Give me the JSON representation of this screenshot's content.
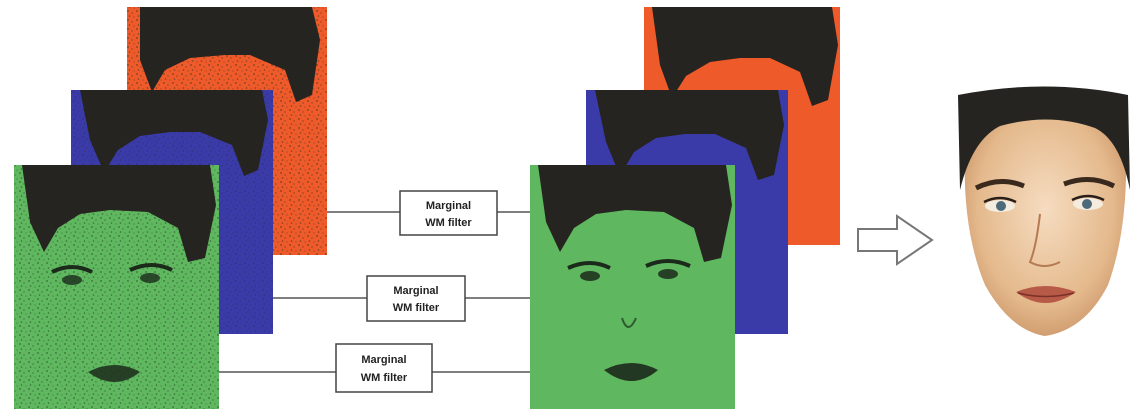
{
  "filters": [
    {
      "line1": "Marginal",
      "line2": "WM filter"
    },
    {
      "line1": "Marginal",
      "line2": "WM filter"
    },
    {
      "line1": "Marginal",
      "line2": "WM filter"
    }
  ],
  "colors": {
    "red_channel": "#ee5a2a",
    "blue_channel": "#3a3aa8",
    "green_channel": "#5fb85f",
    "hair": "#262420",
    "skin": "#e6bf94",
    "connector": "#555555",
    "arrow": "#888888"
  }
}
